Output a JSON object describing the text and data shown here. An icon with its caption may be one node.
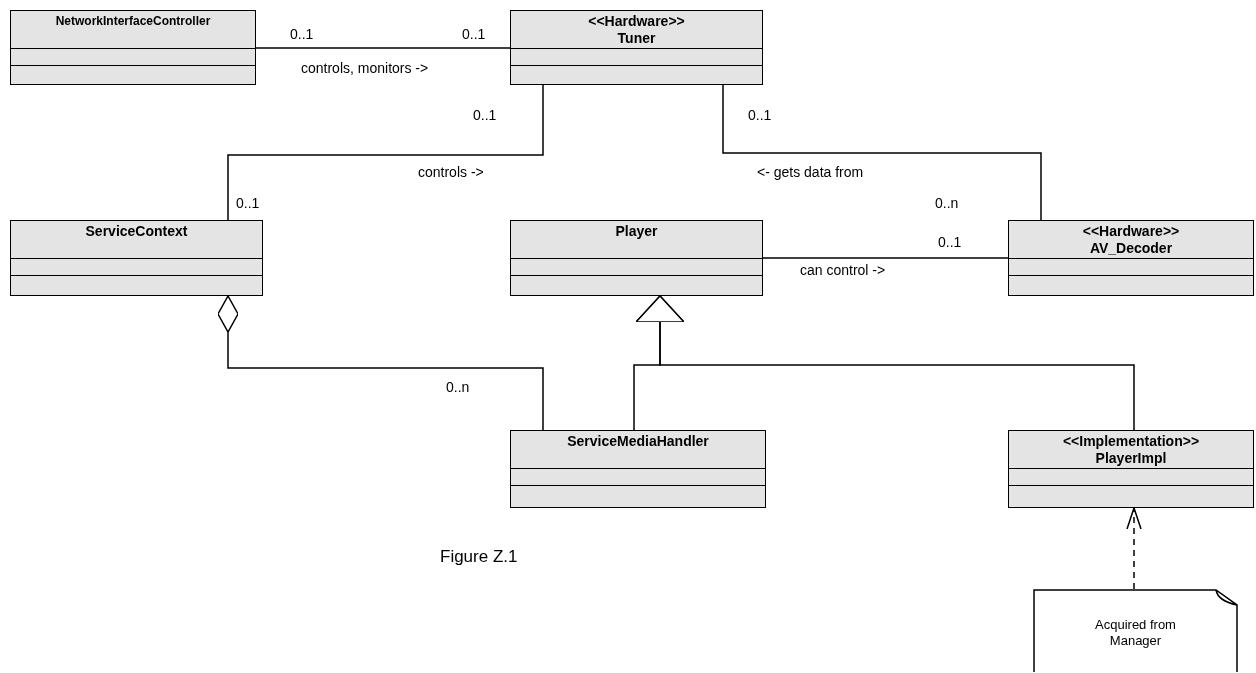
{
  "diagram": {
    "caption": "Figure Z.1",
    "nodes": [
      {
        "text": [
          "NetworkInterfaceController"
        ]
      },
      {
        "text": [
          "<<Hardware>>",
          "Tuner"
        ]
      },
      {
        "text": [
          "ServiceContext"
        ]
      },
      {
        "text": [
          "Player"
        ]
      },
      {
        "text": [
          "<<Hardware>>",
          "AV_Decoder"
        ]
      },
      {
        "text": [
          "ServiceMediaHandler"
        ]
      },
      {
        "text": [
          "<<Implementation>>",
          "PlayerImpl"
        ]
      },
      {
        "text": [
          "Acquired from Manager"
        ]
      }
    ],
    "edges": [
      {
        "from": 0,
        "to": 1,
        "arrow": "none",
        "label": "controls, monitors ->"
      },
      {
        "from": 1,
        "to": 2,
        "arrow": "none",
        "label": "controls ->"
      },
      {
        "from": 1,
        "to": 4,
        "arrow": "none",
        "label": "<- gets data from"
      },
      {
        "from": 3,
        "to": 4,
        "arrow": "none",
        "label": "can control ->"
      },
      {
        "from": 2,
        "to": 5,
        "arrow": "other"
      },
      {
        "from": 5,
        "to": 3,
        "arrow": "to"
      },
      {
        "from": 6,
        "to": 3,
        "arrow": "to"
      },
      {
        "from": 7,
        "to": 6,
        "arrow": "to",
        "style": "dashed"
      }
    ],
    "labels": [
      "0..1",
      "0..1",
      "0..1",
      "0..1",
      "0..1",
      "0..n",
      "0..1",
      "0..n"
    ]
  }
}
